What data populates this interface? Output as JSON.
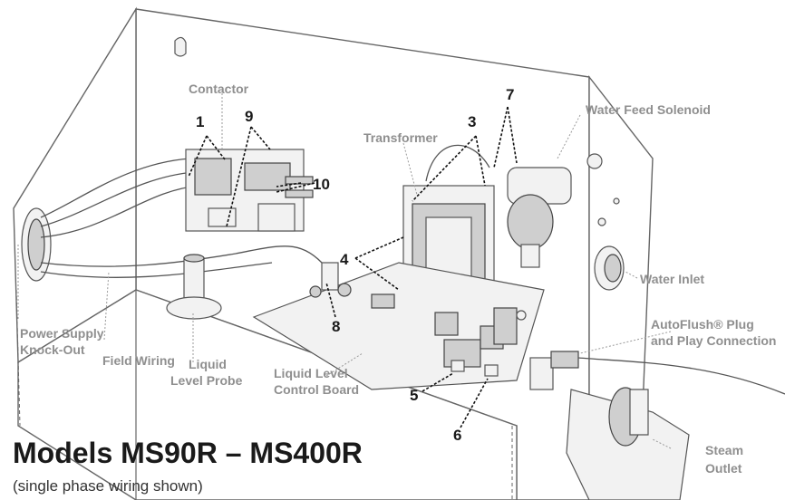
{
  "title": "Models MS90R – MS400R",
  "subtitle": "(single phase wiring shown)",
  "labels": {
    "contactor": "Contactor",
    "transformer": "Transformer",
    "water_feed_solenoid": "Water Feed Solenoid",
    "water_inlet": "Water Inlet",
    "autoflush_line1": "AutoFlush® Plug",
    "autoflush_line2": "and Play Connection",
    "power_supply_line1": "Power Supply",
    "power_supply_line2": "Knock-Out",
    "field_wiring": "Field Wiring",
    "liquid_level_probe_line1": "Liquid",
    "liquid_level_probe_line2": "Level Probe",
    "control_board_line1": "Liquid Level",
    "control_board_line2": "Control Board",
    "steam_outlet_line1": "Steam",
    "steam_outlet_line2": "Outlet"
  },
  "callouts": [
    "1",
    "3",
    "4",
    "5",
    "6",
    "7",
    "8",
    "9",
    "10"
  ],
  "colors": {
    "label_gray": "#8f8f8f",
    "callout_black": "#1a1a1a",
    "outline": "#555555"
  }
}
